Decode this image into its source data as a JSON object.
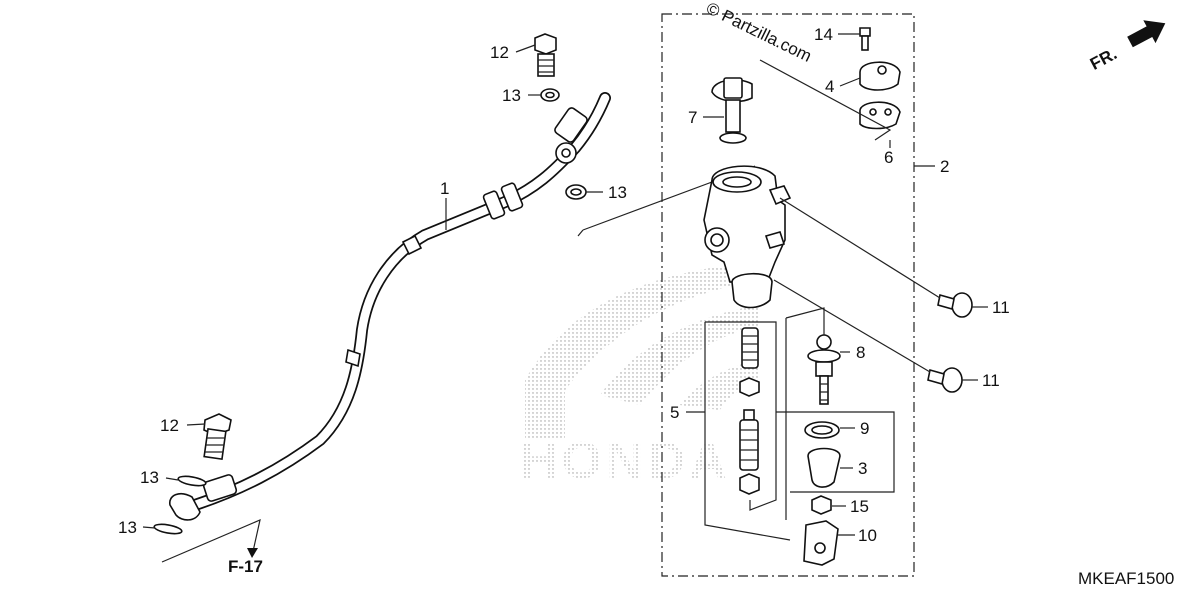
{
  "watermark": {
    "text": "© Partzilla.com"
  },
  "direction": {
    "label": "FR."
  },
  "reference": {
    "label": "F-17"
  },
  "diagram_code": "MKEAF1500",
  "brand_watermark": {
    "text": "HONDA"
  },
  "callouts": {
    "hose": "1",
    "master_cylinder_assy": "2",
    "reservoir_boot": "3",
    "reservoir_cap": "4",
    "piston_set": "5",
    "diaphragm": "6",
    "joint_hose": "7",
    "push_rod": "8",
    "circlip": "9",
    "joint_clevis": "10",
    "mount_bolt_upper": "11",
    "mount_bolt_lower": "11",
    "oil_bolt_upper": "12",
    "oil_bolt_lower": "12",
    "washer_upper_a": "13",
    "washer_upper_b": "13",
    "washer_lower_a": "13",
    "washer_lower_b": "13",
    "cap_screw": "14",
    "nut": "15"
  }
}
